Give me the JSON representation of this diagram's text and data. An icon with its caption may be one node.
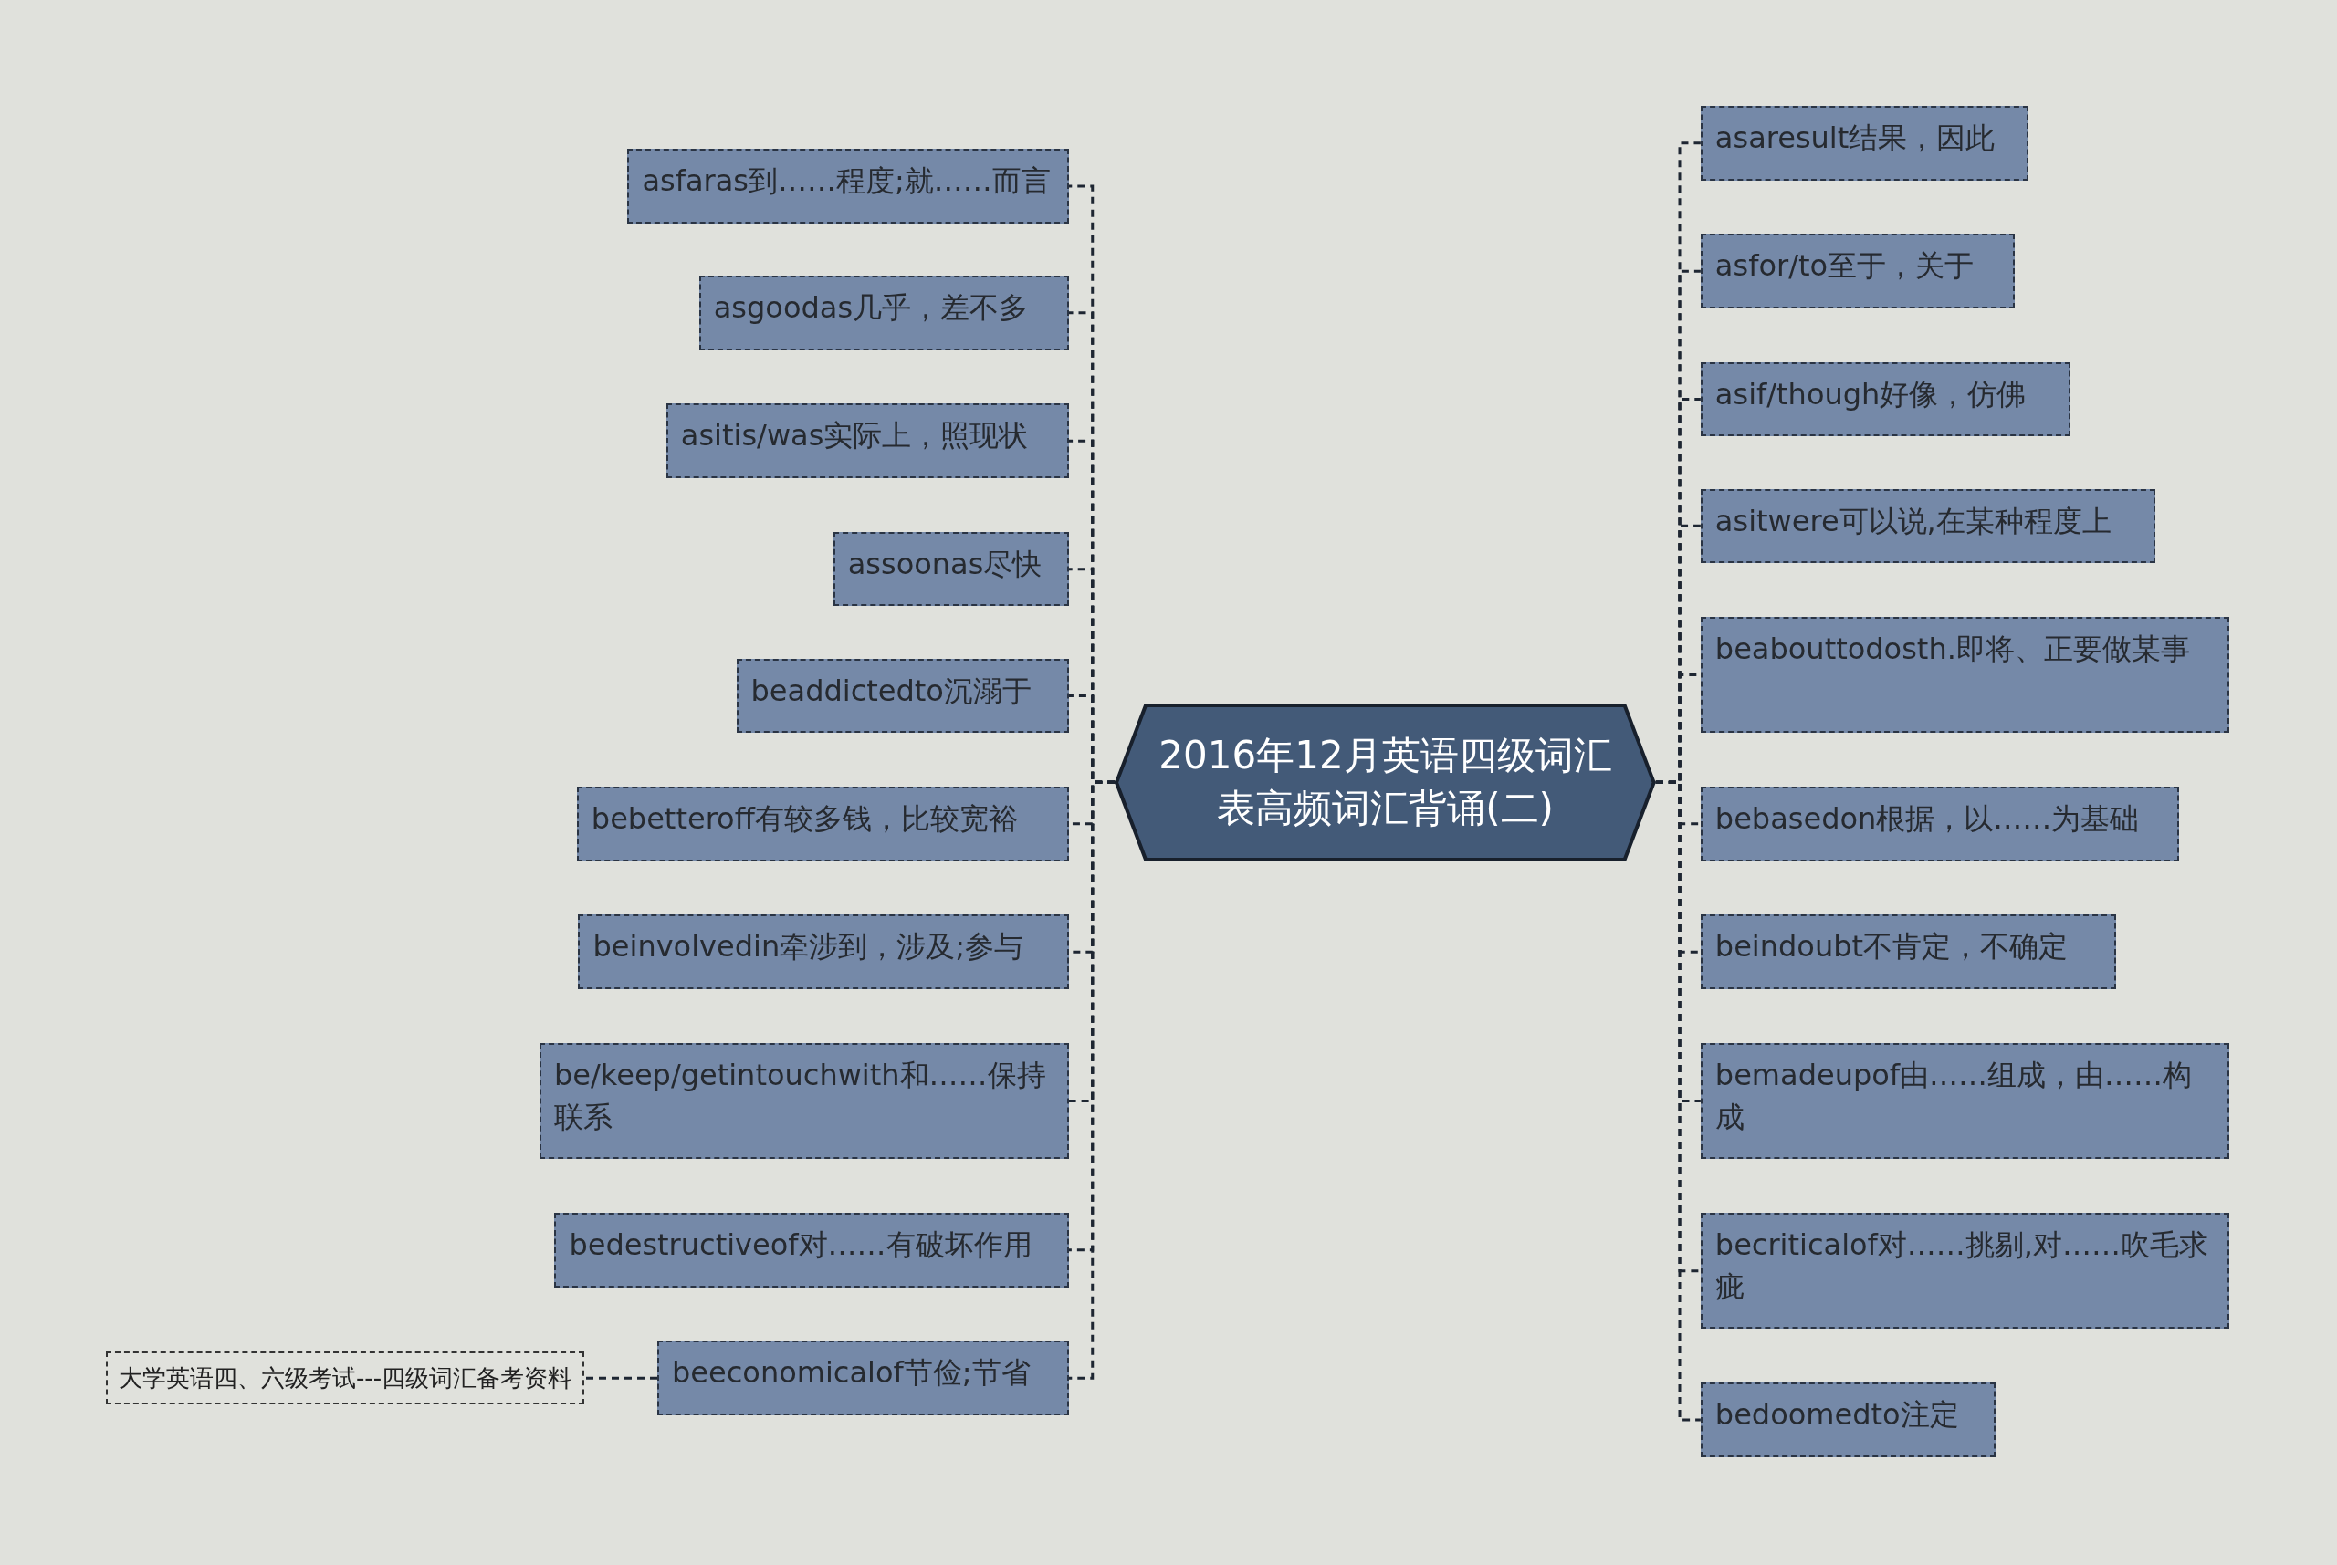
{
  "diagram": {
    "nodes": [
      {
        "text": [
          "2016年12月英语四级词汇表高频词汇背诵(二)"
        ]
      },
      {
        "text": [
          "asfaras到……程度;就……而言"
        ]
      },
      {
        "text": [
          "asgoodas几乎，差不多"
        ]
      },
      {
        "text": [
          "asitis/was实际上，照现状"
        ]
      },
      {
        "text": [
          "assoonas尽快"
        ]
      },
      {
        "text": [
          "beaddictedto沉溺于"
        ]
      },
      {
        "text": [
          "bebetteroff有较多钱，比较宽裕"
        ]
      },
      {
        "text": [
          "beinvolvedin牵涉到，涉及;参与"
        ]
      },
      {
        "text": [
          "be/keep/getintouchwith和……保持联系"
        ]
      },
      {
        "text": [
          "bedestructiveof对……有破坏作用"
        ]
      },
      {
        "text": [
          "beeconomicalof节俭;节省"
        ]
      },
      {
        "text": [
          "大学英语四、六级考试---四级词汇备考资料"
        ]
      },
      {
        "text": [
          "asaresult结果，因此"
        ]
      },
      {
        "text": [
          "asfor/to至于，关于"
        ]
      },
      {
        "text": [
          "asif/though好像，仿佛"
        ]
      },
      {
        "text": [
          "asitwere可以说,在某种程度上"
        ]
      },
      {
        "text": [
          "beabouttodosth.即将、正要做某事"
        ]
      },
      {
        "text": [
          "bebasedon根据，以……为基础"
        ]
      },
      {
        "text": [
          "beindoubt不肯定，不确定"
        ]
      },
      {
        "text": [
          "bemadeupof由……组成，由……构成"
        ]
      },
      {
        "text": [
          "becriticalof对……挑剔,对……吹毛求疵"
        ]
      },
      {
        "text": [
          "bedoomedto注定"
        ]
      }
    ],
    "edges": [
      {
        "from": 0,
        "to": 1,
        "arrow": "none",
        "style": "dashed"
      },
      {
        "from": 0,
        "to": 2,
        "arrow": "none",
        "style": "dashed"
      },
      {
        "from": 0,
        "to": 3,
        "arrow": "none",
        "style": "dashed"
      },
      {
        "from": 0,
        "to": 4,
        "arrow": "none",
        "style": "dashed"
      },
      {
        "from": 0,
        "to": 5,
        "arrow": "none",
        "style": "dashed"
      },
      {
        "from": 0,
        "to": 6,
        "arrow": "none",
        "style": "dashed"
      },
      {
        "from": 0,
        "to": 7,
        "arrow": "none",
        "style": "dashed"
      },
      {
        "from": 0,
        "to": 8,
        "arrow": "none",
        "style": "dashed"
      },
      {
        "from": 0,
        "to": 9,
        "arrow": "none",
        "style": "dashed"
      },
      {
        "from": 0,
        "to": 10,
        "arrow": "none",
        "style": "dashed"
      },
      {
        "from": 10,
        "to": 11,
        "arrow": "none",
        "style": "dashed"
      },
      {
        "from": 0,
        "to": 12,
        "arrow": "none",
        "style": "dashed"
      },
      {
        "from": 0,
        "to": 13,
        "arrow": "none",
        "style": "dashed"
      },
      {
        "from": 0,
        "to": 14,
        "arrow": "none",
        "style": "dashed"
      },
      {
        "from": 0,
        "to": 15,
        "arrow": "none",
        "style": "dashed"
      },
      {
        "from": 0,
        "to": 16,
        "arrow": "none",
        "style": "dashed"
      },
      {
        "from": 0,
        "to": 17,
        "arrow": "none",
        "style": "dashed"
      },
      {
        "from": 0,
        "to": 18,
        "arrow": "none",
        "style": "dashed"
      },
      {
        "from": 0,
        "to": 19,
        "arrow": "none",
        "style": "dashed"
      },
      {
        "from": 0,
        "to": 20,
        "arrow": "none",
        "style": "dashed"
      },
      {
        "from": 0,
        "to": 21,
        "arrow": "none",
        "style": "dashed"
      }
    ]
  }
}
